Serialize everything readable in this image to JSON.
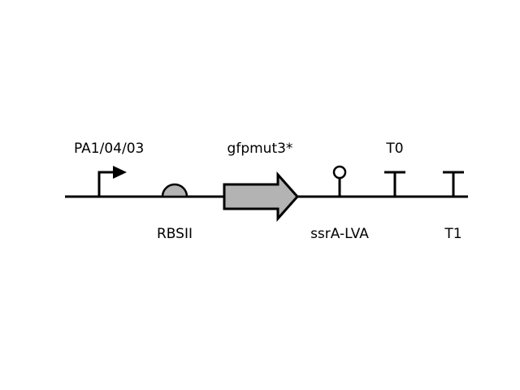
{
  "diagram": {
    "colors": {
      "line": "#000000",
      "fill_gray": "#b3b3b3",
      "background": "#ffffff"
    },
    "parts": {
      "promoter": {
        "label": "PA1/04/03",
        "glyph": "promoter-arrow-icon"
      },
      "rbs": {
        "label": "RBSII",
        "glyph": "rbs-semicircle-icon"
      },
      "cds": {
        "label": "gfpmut3*",
        "glyph": "cds-arrow-icon"
      },
      "tag": {
        "label": "ssrA-LVA",
        "glyph": "lollipop-tag-icon"
      },
      "terminator_t0": {
        "label": "T0",
        "glyph": "terminator-t-icon"
      },
      "terminator_t1": {
        "label": "T1",
        "glyph": "terminator-t-icon"
      }
    }
  }
}
